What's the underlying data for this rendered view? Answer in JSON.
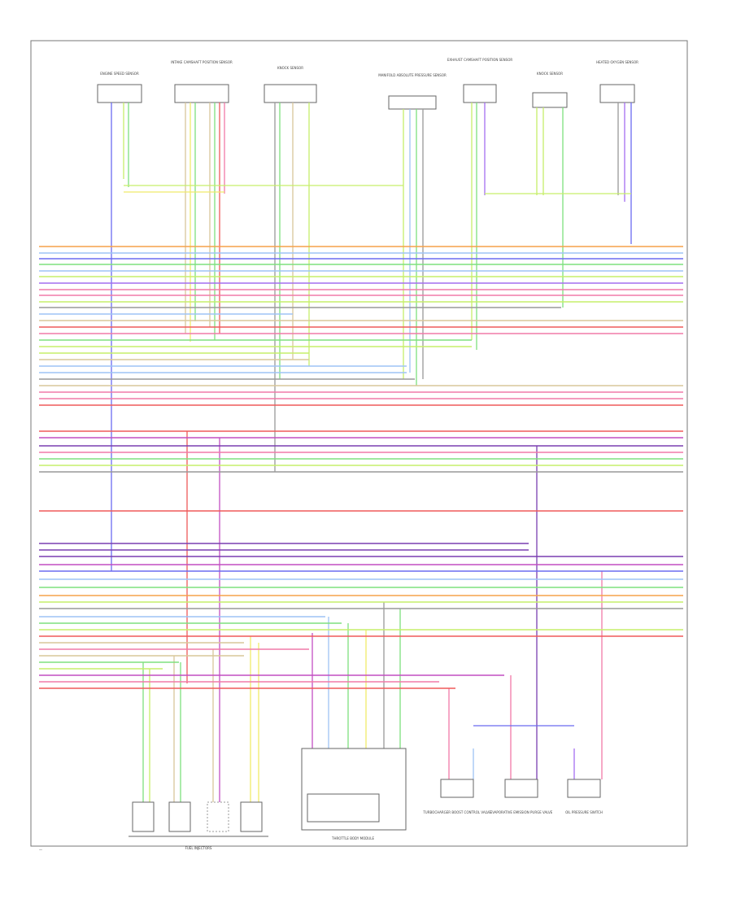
{
  "diagram": {
    "page_ref": "—",
    "components": [
      {
        "id": "c1",
        "label": "ENGINE SPEED SENSOR"
      },
      {
        "id": "c2",
        "label": "INTAKE CAMSHAFT POSITION SENSOR"
      },
      {
        "id": "c3",
        "label": "KNOCK SENSOR"
      },
      {
        "id": "c4",
        "label": "MANIFOLD ABSOLUTE PRESSURE SENSOR"
      },
      {
        "id": "c5",
        "label": "EXHAUST CAMSHAFT POSITION SENSOR"
      },
      {
        "id": "c6",
        "label": "KNOCK SENSOR"
      },
      {
        "id": "c7",
        "label": "HEATED OXYGEN SENSOR"
      }
    ],
    "bottom_labels": [
      {
        "id": "b1",
        "label": "FUEL INJECTORS"
      },
      {
        "id": "b2",
        "label": "THROTTLE BODY MODULE"
      },
      {
        "id": "b3",
        "label": "TURBOCHARGER BOOST CONTROL VALVE"
      },
      {
        "id": "b4",
        "label": "EVAPORATIVE EMISSION PURGE VALVE"
      },
      {
        "id": "b5",
        "label": "OIL PRESSURE SWITCH"
      }
    ],
    "wire_colors": {
      "orange": "#f5a24a",
      "blue": "#6b6bf0",
      "lightblue": "#9ec3f5",
      "green": "#7ee07e",
      "lime": "#c6ef6a",
      "pink": "#f07aa8",
      "red": "#ef5a5a",
      "magenta": "#c24fc2",
      "violet": "#a46ef0",
      "yellow": "#f0ea6a",
      "tan": "#d9c79a",
      "gray": "#999999",
      "purple": "#7a3fb0"
    }
  }
}
